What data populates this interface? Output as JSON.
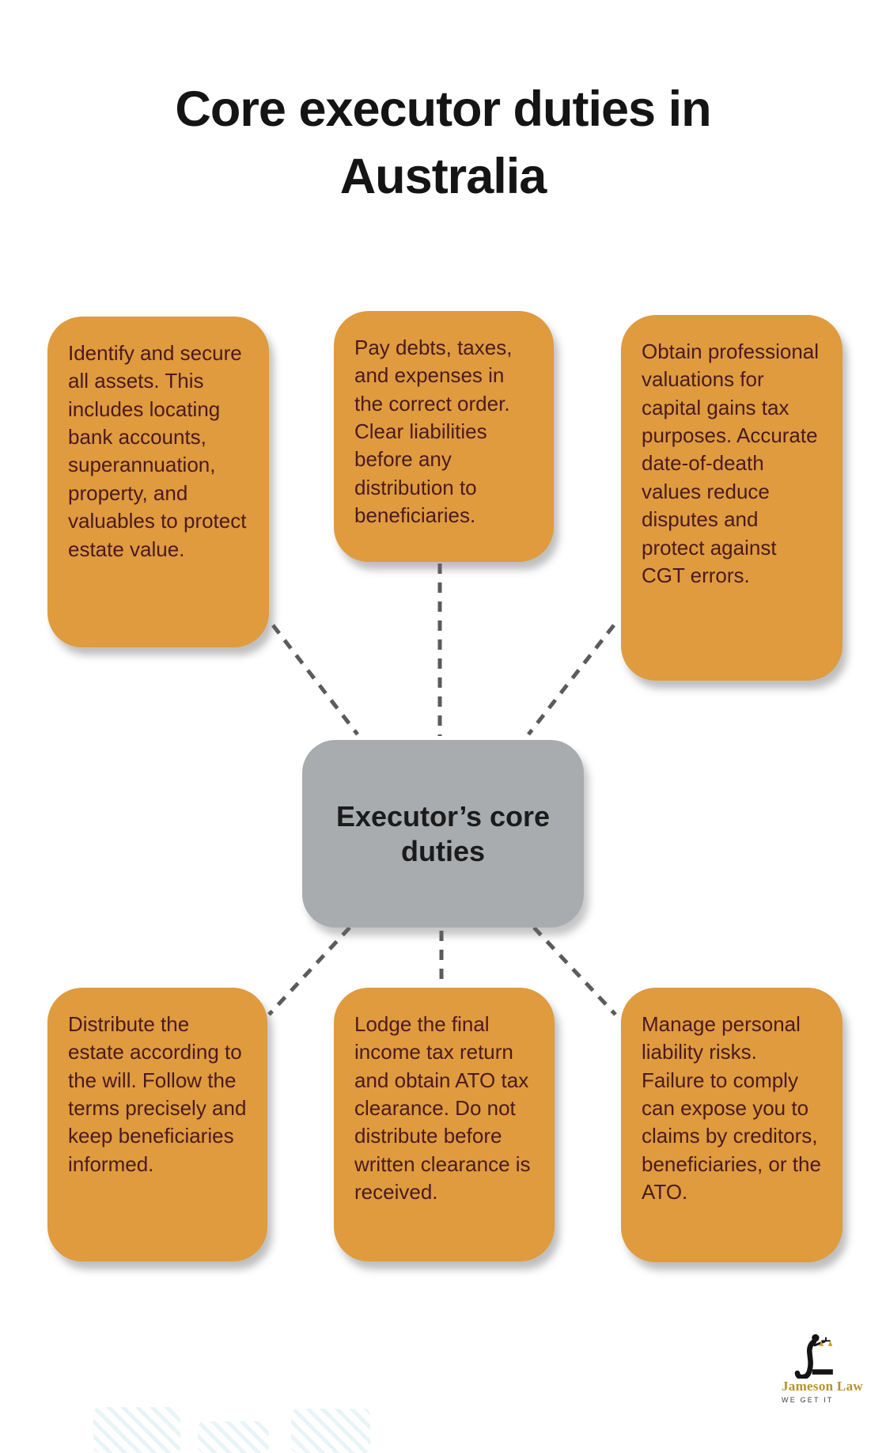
{
  "title": "Core executor duties in Australia",
  "center": {
    "label": "Executor’s core duties"
  },
  "boxes": [
    {
      "id": "identify-assets",
      "text": "Identify and secure all assets. This includes locating bank accounts, superannuation, property, and valuables to protect estate value."
    },
    {
      "id": "pay-debts",
      "text": "Pay debts, taxes, and expenses in the correct order. Clear liabilities before any distribution to beneficiaries."
    },
    {
      "id": "valuations",
      "text": "Obtain professional valuations for capital gains tax purposes. Accurate date-of-death values reduce disputes and protect against CGT errors."
    },
    {
      "id": "distribute-estate",
      "text": "Distribute the estate according to the will. Follow the terms precisely and keep beneficiaries informed."
    },
    {
      "id": "lodge-tax",
      "text": "Lodge the final income tax return and obtain ATO tax clearance. Do not distribute before written clearance is received."
    },
    {
      "id": "manage-liability",
      "text": "Manage personal liability risks. Failure to comply can expose you to claims by creditors, beneficiaries, or the ATO."
    }
  ],
  "logo": {
    "name": "Jameson Law",
    "tagline": "WE GET IT"
  },
  "colors": {
    "card_orange": "#DF9B3E",
    "card_gray": "#A9ACAF",
    "card_text": "#4A1A1E",
    "title_text": "#141414",
    "connector_gray": "#5B5B5B",
    "logo_gold": "#B8922C"
  }
}
